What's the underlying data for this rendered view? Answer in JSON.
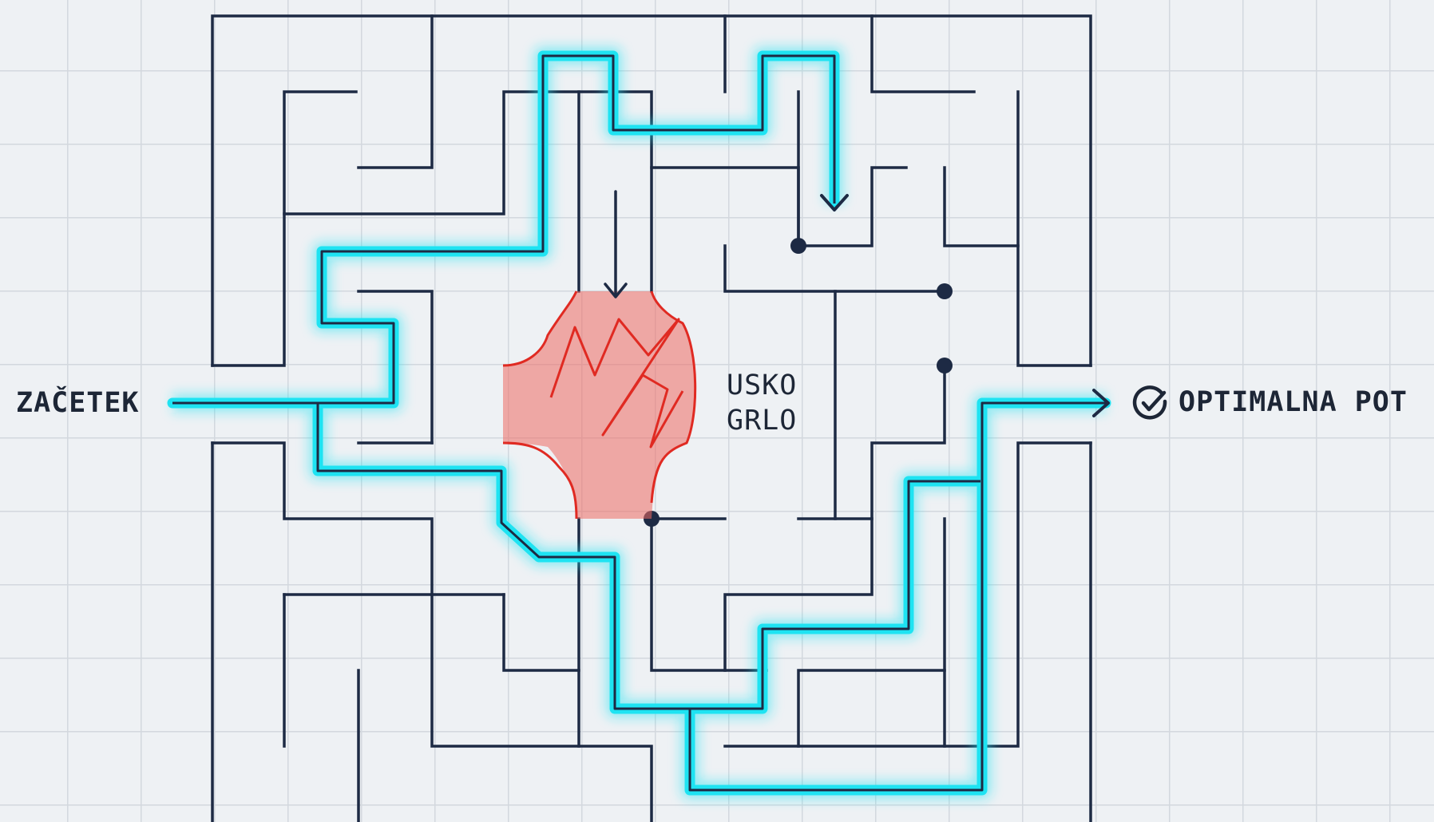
{
  "labels": {
    "start": "ZAČETEK",
    "bottleneck_line1": "USKO",
    "bottleneck_line2": "GRLO",
    "goal": "OPTIMALNA POT"
  },
  "icons": {
    "goal": "check-circle-icon",
    "path_arrow": "arrow-right-icon",
    "inner_arrow": "arrow-down-icon"
  },
  "colors": {
    "maze_wall": "#1d2a44",
    "optimal_path": "#1ee3f2",
    "bottleneck": "#e8302a",
    "text": "#1d2636"
  }
}
